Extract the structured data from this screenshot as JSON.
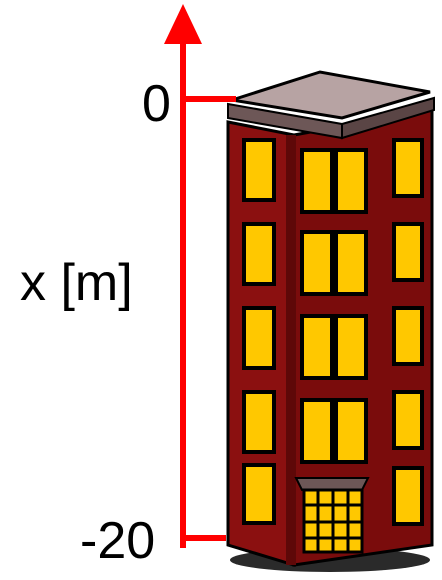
{
  "axis": {
    "label": "x [m]",
    "color": "#ff0000",
    "ticks": [
      {
        "label": "0",
        "value": 0
      },
      {
        "label": "-20",
        "value": -20
      }
    ]
  },
  "building": {
    "icon": "apartment-building-icon",
    "wall_color": "#8b1010",
    "window_color": "#ffc800",
    "roof_color": "#b7a3a3"
  }
}
